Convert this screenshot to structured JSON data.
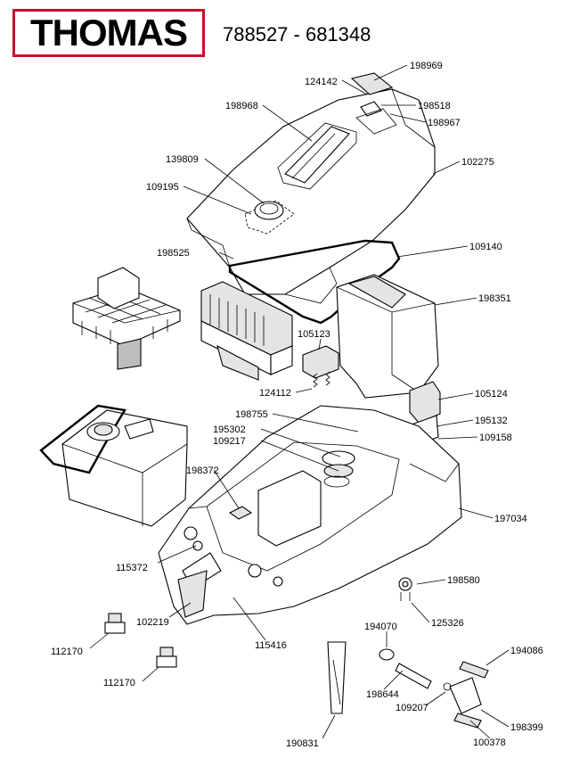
{
  "header": {
    "brand_logo_text": "THOMAS",
    "model_numbers": "788527 - 681348"
  },
  "colors": {
    "brand_red": "#c8102e",
    "line": "#000000",
    "shade": "#e4e4e4"
  },
  "part_labels": {
    "p198969": "198969",
    "p124142": "124142",
    "p198518": "198518",
    "p198968": "198968",
    "p198967": "198967",
    "p139809": "139809",
    "p102275": "102275",
    "p109195": "109195",
    "p198525": "198525",
    "p109140": "109140",
    "p198351": "198351",
    "p105123": "105123",
    "p124112": "124112",
    "p105124": "105124",
    "p198755": "198755",
    "p195132": "195132",
    "p195302": "195302",
    "p109217": "109217",
    "p109158": "109158",
    "p198372": "198372",
    "p197034": "197034",
    "p115372": "115372",
    "p198580": "198580",
    "p102219": "102219",
    "p125326": "125326",
    "p194070": "194070",
    "p115416": "115416",
    "p112170a": "112170",
    "p194086": "194086",
    "p112170b": "112170",
    "p198644": "198644",
    "p109207": "109207",
    "p198399": "198399",
    "p100378": "100378",
    "p190831": "190831"
  }
}
